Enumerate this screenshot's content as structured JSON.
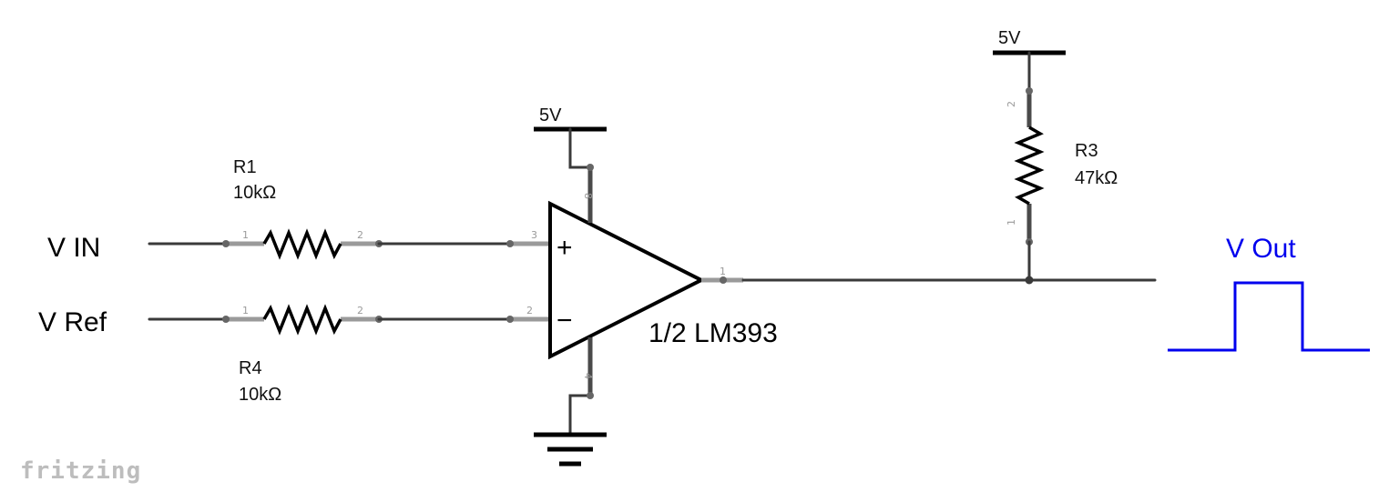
{
  "inputs": {
    "vin": "V IN",
    "vref": "V Ref"
  },
  "resistors": {
    "r1": {
      "name": "R1",
      "value": "10kΩ",
      "pin1": "1",
      "pin2": "2"
    },
    "r4": {
      "name": "R4",
      "value": "10kΩ",
      "pin1": "1",
      "pin2": "2"
    },
    "r3": {
      "name": "R3",
      "value": "47kΩ",
      "pin1": "1",
      "pin2": "2"
    }
  },
  "comparator": {
    "label": "1/2 LM393",
    "plus": "+",
    "minus": "−",
    "pins": {
      "in_plus": "3",
      "in_minus": "2",
      "out": "1",
      "vcc": "8",
      "gnd": "4"
    }
  },
  "supplies": {
    "comparator_vcc": "5V",
    "pullup_vcc": "5V"
  },
  "output": {
    "label": "V Out",
    "color": "#0000ee"
  },
  "brand": "fritzing"
}
